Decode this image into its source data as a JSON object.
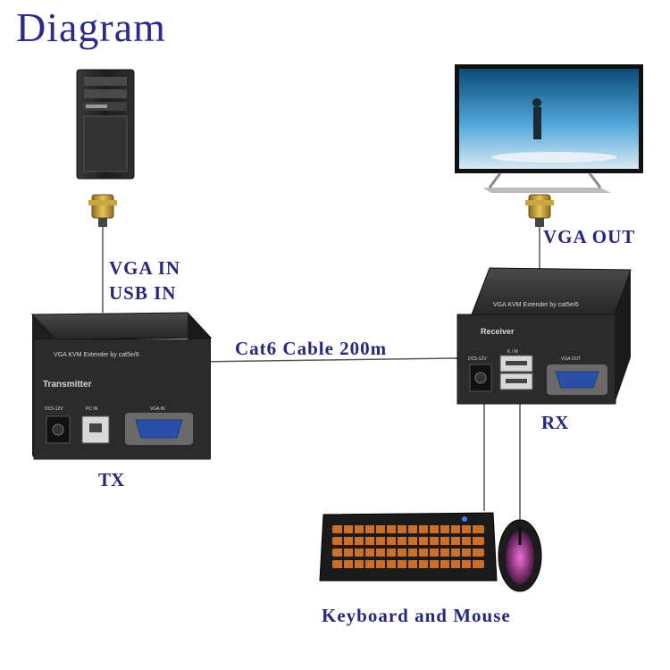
{
  "title": "Diagram",
  "labels": {
    "vga_in": "VGA IN",
    "usb_in": "USB IN",
    "vga_out": "VGA OUT",
    "cable": "Cat6 Cable 200m",
    "tx": "TX",
    "rx": "RX",
    "peripherals": "Keyboard and Mouse"
  },
  "transmitter": {
    "product": "VGA KVM Extender by cat5e/6",
    "name": "Transmitter",
    "port_power": "DC5-12V",
    "port_pc": "PC IN",
    "port_vga": "VGA IN"
  },
  "receiver": {
    "product": "VGA KVM Extender by cat5e/6",
    "name": "Receiver",
    "port_power": "DC5-12V",
    "port_km": "K / M",
    "port_vga": "VGA OUT"
  },
  "colors": {
    "label": "#26287e",
    "title": "#2a2c8c",
    "device_body": "#2b2b2b",
    "vga_blue": "#2b4fa8"
  },
  "icons": [
    "pc-tower-icon",
    "monitor-icon",
    "vga-connector-icon",
    "keyboard-icon",
    "mouse-icon"
  ]
}
